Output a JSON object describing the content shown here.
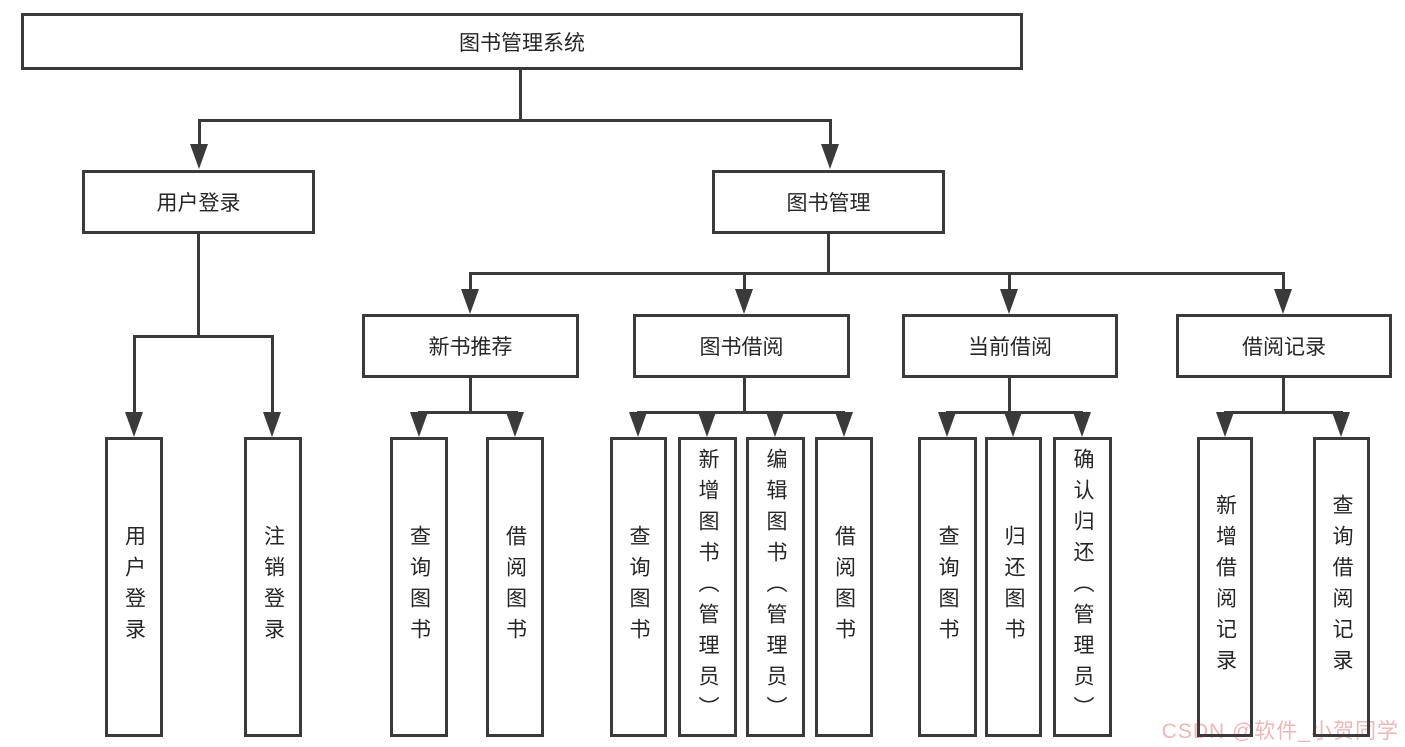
{
  "diagram": {
    "root": {
      "label": "图书管理系统",
      "children": [
        {
          "label": "用户登录",
          "children": [
            {
              "label": "用户登录"
            },
            {
              "label": "注销登录"
            }
          ]
        },
        {
          "label": "图书管理",
          "children": [
            {
              "label": "新书推荐",
              "children": [
                {
                  "label": "查询图书"
                },
                {
                  "label": "借阅图书"
                }
              ]
            },
            {
              "label": "图书借阅",
              "children": [
                {
                  "label": "查询图书"
                },
                {
                  "label": "新增图书（管理员）"
                },
                {
                  "label": "编辑图书（管理员）"
                },
                {
                  "label": "借阅图书"
                }
              ]
            },
            {
              "label": "当前借阅",
              "children": [
                {
                  "label": "查询图书"
                },
                {
                  "label": "归还图书"
                },
                {
                  "label": "确认归还（管理员）"
                }
              ]
            },
            {
              "label": "借阅记录",
              "children": [
                {
                  "label": "新增借阅记录"
                },
                {
                  "label": "查询借阅记录"
                }
              ]
            }
          ]
        }
      ]
    }
  },
  "watermark": {
    "text": "CSDN @软件_小贺同学"
  },
  "colors": {
    "line": "#3a3a3a",
    "text": "#262626",
    "background": "#ffffff",
    "watermark": "#f2b5b5"
  }
}
